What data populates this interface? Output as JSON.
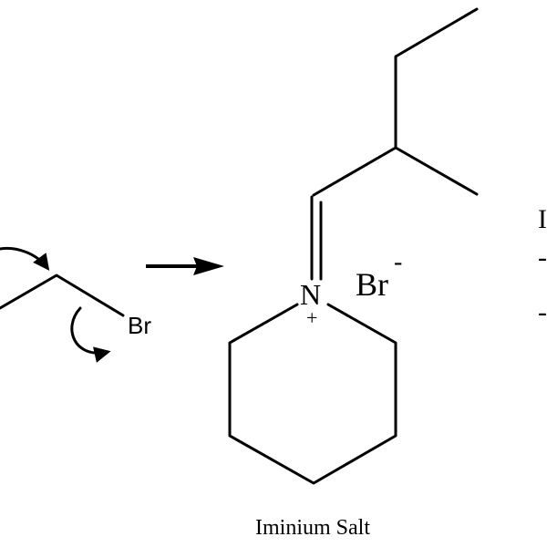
{
  "reactant": {
    "leaving_group": "Br"
  },
  "product": {
    "nitrogen": "N",
    "charge": "+",
    "counterion": "Br",
    "counterion_charge": "-",
    "caption": "Iminium Salt"
  },
  "right_edge_fragment": {
    "letter": "I",
    "mark_1": "-",
    "mark_2": "-"
  }
}
